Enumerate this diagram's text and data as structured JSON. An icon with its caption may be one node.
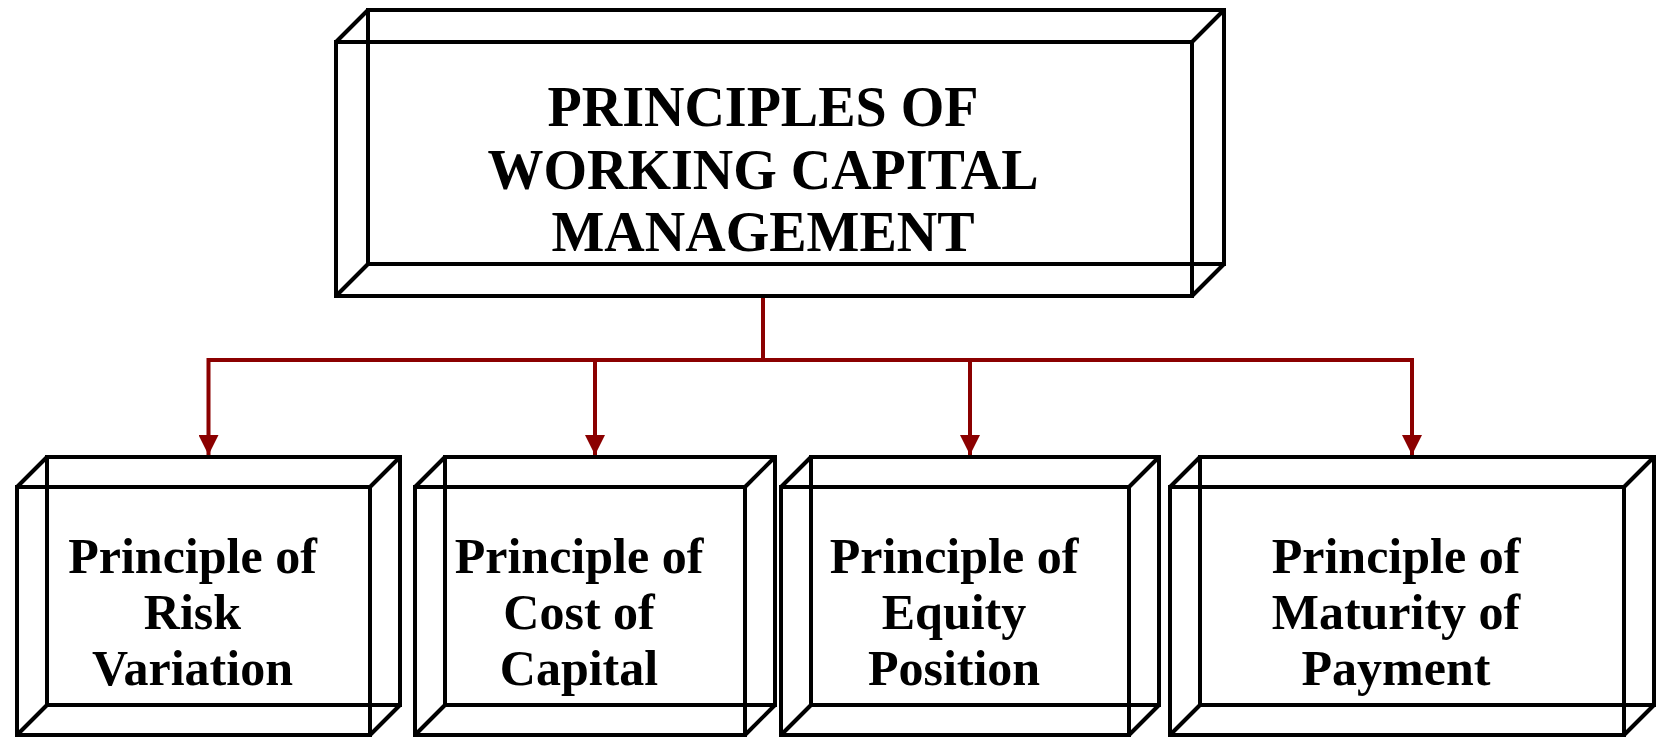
{
  "diagram": {
    "nodes": [
      {
        "text": [
          "PRINCIPLES OF WORKING CAPITAL MANAGEMENT"
        ]
      },
      {
        "text": [
          "Principle of Risk Variation"
        ]
      },
      {
        "text": [
          "Principle of Cost of Capital"
        ]
      },
      {
        "text": [
          "Principle of Equity Position"
        ]
      },
      {
        "text": [
          "Principle of Maturity of Payment"
        ]
      }
    ],
    "edges": [
      {
        "from": 0,
        "to": 1,
        "arrow": "to",
        "color": "#8b0000"
      },
      {
        "from": 0,
        "to": 2,
        "arrow": "to",
        "color": "#8b0000"
      },
      {
        "from": 0,
        "to": 3,
        "arrow": "to",
        "color": "#8b0000"
      },
      {
        "from": 0,
        "to": 4,
        "arrow": "to",
        "color": "#8b0000"
      }
    ]
  }
}
